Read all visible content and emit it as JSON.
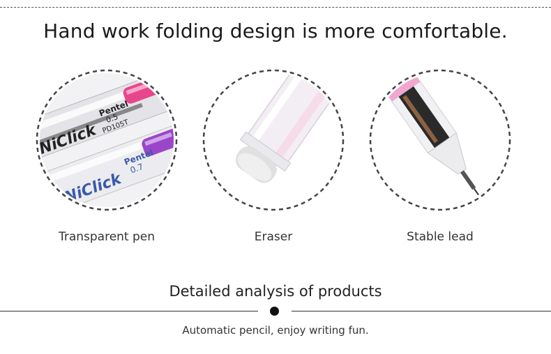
{
  "headline": "Hand work folding design is more comfortable.",
  "features": [
    {
      "caption": "Transparent pen",
      "image_icon": "pencil-barrels-photo",
      "pen_text_top": "NiClick",
      "pen_brand_top": "Pentel",
      "pen_size_top": "0.5",
      "pen_model_top": "PD105T",
      "pen_text_bottom": "NiClick",
      "pen_brand_bottom": "Pentel",
      "pen_size_bottom": "0.7"
    },
    {
      "caption": "Eraser",
      "image_icon": "eraser-cap-photo"
    },
    {
      "caption": "Stable lead",
      "image_icon": "pencil-tip-photo"
    }
  ],
  "section": {
    "title": "Detailed analysis of products",
    "subtitle": "Automatic pencil, enjoy writing fun."
  },
  "colors": {
    "pink_accent": "#e8468c",
    "purple_accent": "#9a46c8",
    "dash": "#444444"
  }
}
